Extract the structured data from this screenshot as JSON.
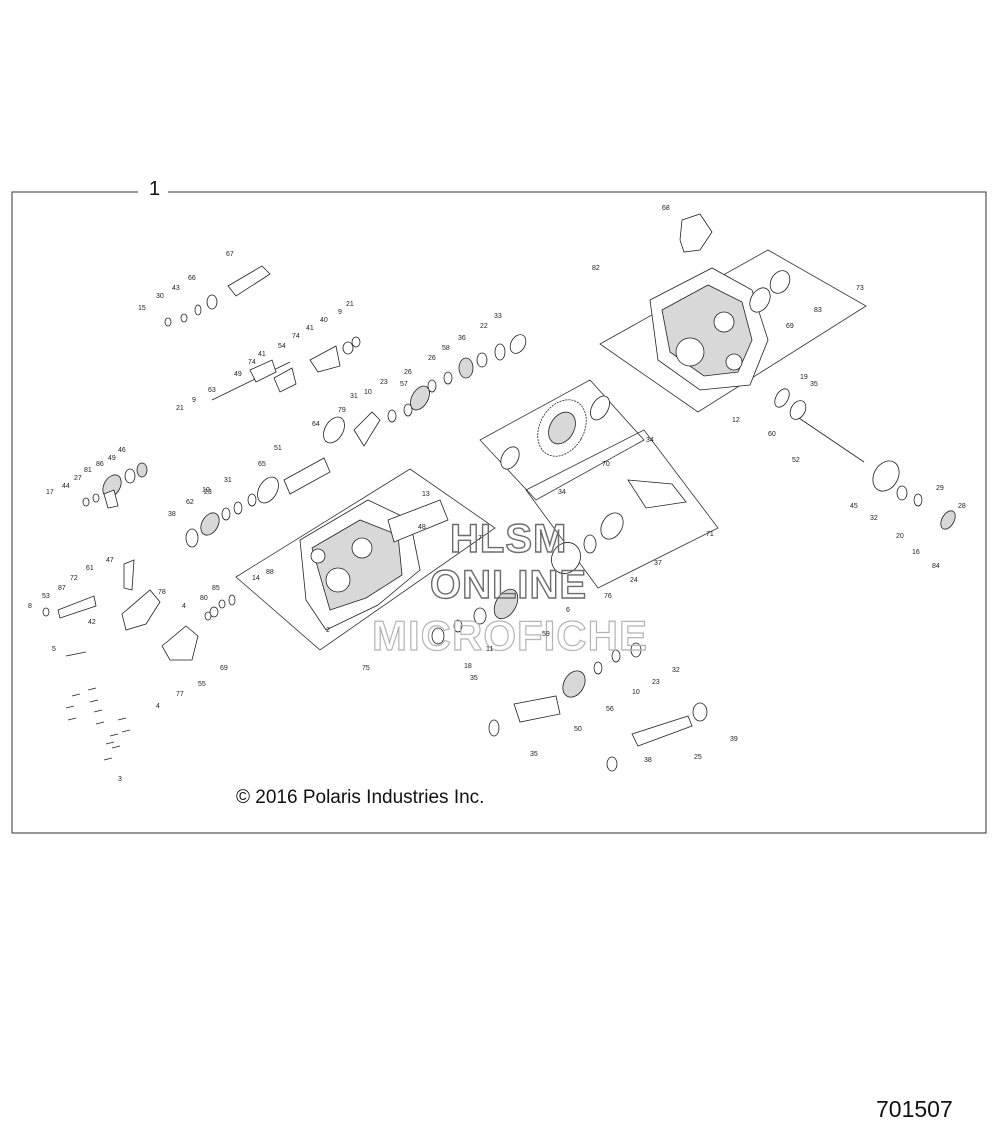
{
  "diagram": {
    "assembly_number": "1",
    "copyright": "© 2016 Polaris Industries Inc.",
    "figure_number": "701507",
    "watermark": [
      "HLSM",
      "ONLINE",
      "MICROFICHE"
    ]
  },
  "callouts": [
    "67",
    "43",
    "66",
    "30",
    "15",
    "21",
    "9",
    "40",
    "41",
    "54",
    "74",
    "74",
    "41",
    "49",
    "63",
    "9",
    "21",
    "33",
    "22",
    "36",
    "26",
    "58",
    "26",
    "57",
    "23",
    "31",
    "10",
    "79",
    "64",
    "51",
    "65",
    "31",
    "10",
    "23",
    "62",
    "38",
    "46",
    "49",
    "86",
    "81",
    "27",
    "44",
    "17",
    "47",
    "61",
    "72",
    "87",
    "53",
    "8",
    "42",
    "78",
    "85",
    "80",
    "4",
    "5",
    "69",
    "55",
    "77",
    "4",
    "3",
    "13",
    "48",
    "88",
    "14",
    "2",
    "75",
    "7",
    "76",
    "6",
    "24",
    "37",
    "71",
    "59",
    "11",
    "18",
    "35",
    "32",
    "23",
    "10",
    "56",
    "50",
    "35",
    "39",
    "25",
    "38",
    "34",
    "70",
    "34",
    "68",
    "82",
    "73",
    "83",
    "69",
    "19",
    "35",
    "12",
    "60",
    "52",
    "45",
    "32",
    "29",
    "20",
    "28",
    "16",
    "84"
  ]
}
